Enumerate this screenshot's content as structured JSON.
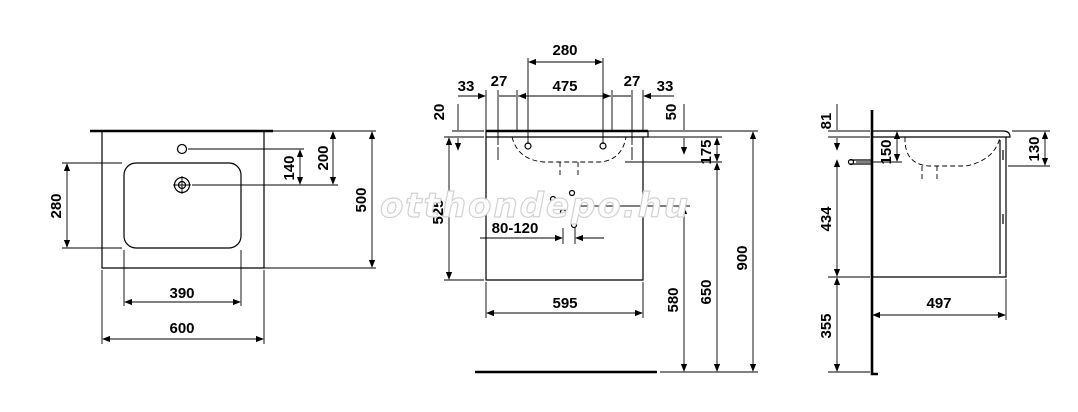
{
  "watermark": "otthondepo.hu",
  "views": {
    "top": {
      "dims": {
        "d280": "280",
        "d140": "140",
        "d200": "200",
        "d500": "500",
        "d390": "390",
        "d600": "600"
      }
    },
    "front": {
      "dims": {
        "d280": "280",
        "d33l": "33",
        "d27l": "27",
        "d475": "475",
        "d27r": "27",
        "d33r": "33",
        "d20": "20",
        "d50": "50",
        "d175": "175",
        "d525": "525",
        "d80_120": "80-120",
        "d595": "595",
        "d580": "580",
        "d650": "650",
        "d900": "900"
      }
    },
    "side": {
      "dims": {
        "d81": "81",
        "d150": "150",
        "d130": "130",
        "d434": "434",
        "d355": "355",
        "d497": "497"
      }
    }
  }
}
